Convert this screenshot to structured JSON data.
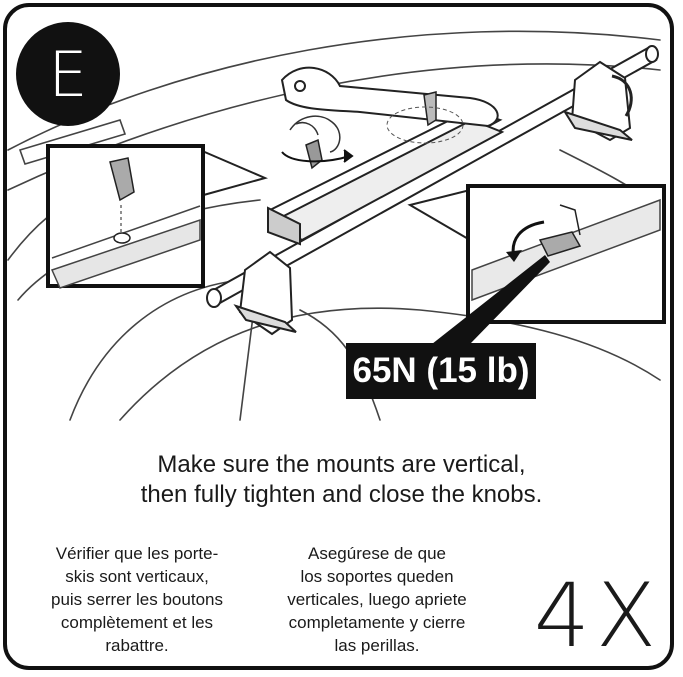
{
  "step": {
    "label": "E"
  },
  "torque": {
    "label": "65N (15 lb)"
  },
  "instructions": {
    "en": [
      "Make sure the mounts are vertical,",
      "then fully tighten and close the knobs."
    ],
    "fr": [
      "Vérifier que les porte-",
      "skis sont verticaux,",
      "puis serrer les boutons",
      "complètement et les",
      "rabattre."
    ],
    "es": [
      "Asegúrese de que",
      "los soportes queden",
      "verticales, luego apriete",
      "completamente y cierre",
      "las perillas."
    ]
  },
  "quantity": {
    "label": "4X"
  },
  "icons": [
    "knob-icon",
    "hand-icon",
    "rotation-arrow-icon",
    "ski-carrier-icon",
    "roof-bar-icon",
    "car-roof-icon"
  ],
  "colors": {
    "ink": "#111111",
    "line": "#333333",
    "paper": "#ffffff",
    "gray": "#bdbdbd"
  }
}
